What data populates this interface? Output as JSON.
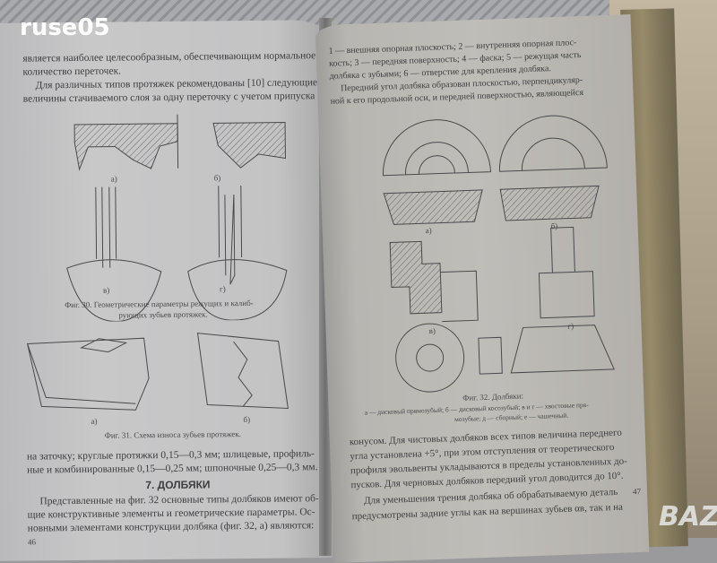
{
  "watermark": {
    "top_left": "ruse05",
    "bottom_right": "BAZA"
  },
  "left_page": {
    "lines_top": [
      "является наиболее целесообразным, обеспечивающим нормальное",
      "количество переточек.",
      "Для различных типов протяжек рекомендованы [10] следующие",
      "величины стачиваемого слоя за одну переточку с учетом припуска"
    ],
    "fig30_caption": [
      "Фиг. 30. Геометрические параметры режущих и калиб-",
      "рующих зубьев протяжек."
    ],
    "fig30_labels": [
      "а)",
      "б)",
      "в)",
      "г)"
    ],
    "fig31_labels": [
      "а)",
      "б)"
    ],
    "fig31_caption": "Фиг. 31. Схема износа зубьев протяжек.",
    "lines_mid": [
      "на заточку; круглые протяжки 0,15—0,3 мм; шлицевые, профиль-",
      "ные и комбинированные 0,15—0,25 мм; шпоночные 0,25—0,3 мм."
    ],
    "section_heading": "7. ДОЛБЯКИ",
    "lines_bottom": [
      "Представленные на фиг. 32 основные типы долбяков имеют об-",
      "щие конструктивные элементы и геометрические параметры. Ос-",
      "новными элементами конструкции долбяка (фиг. 32, а) являются:"
    ],
    "page_number": "46"
  },
  "right_page": {
    "lines_top": [
      "1 — внешняя опорная плоскость; 2 — внутренняя опорная плос-",
      "кость; 3 — передняя поверхность; 4 — фаска; 5 — режущая часть",
      "долбяка с зубьями; 6 — отверстие для крепления долбяка.",
      "Передний угол долбяка образован плоскостью, перпендикуляр-",
      "ной к его продольной оси, и передней поверхностью, являющейся"
    ],
    "fig32_labels": [
      "а)",
      "б)",
      "в)",
      "г)"
    ],
    "fig32_caption": [
      "Фиг. 32. Долбяки:",
      "а — дисковый прямозубый; б — дисковый косозубый; в и г — хвостовые пря-",
      "мозубые; д — сборный; е — чашечный."
    ],
    "lines_bottom": [
      "конусом. Для чистовых долбяков всех типов величина переднего",
      "угла установлена +5°, при этом отступления от теоретического",
      "профиля эвольвенты укладываются в пределы установленных до-",
      "пусков. Для черновых долбяков передний угол доводится до 10°.",
      "Для уменьшения трения долбяка об обрабатываемую деталь",
      "предусмотрены задние углы как на вершинах зубьев αв, так и на"
    ],
    "page_number": "47"
  }
}
